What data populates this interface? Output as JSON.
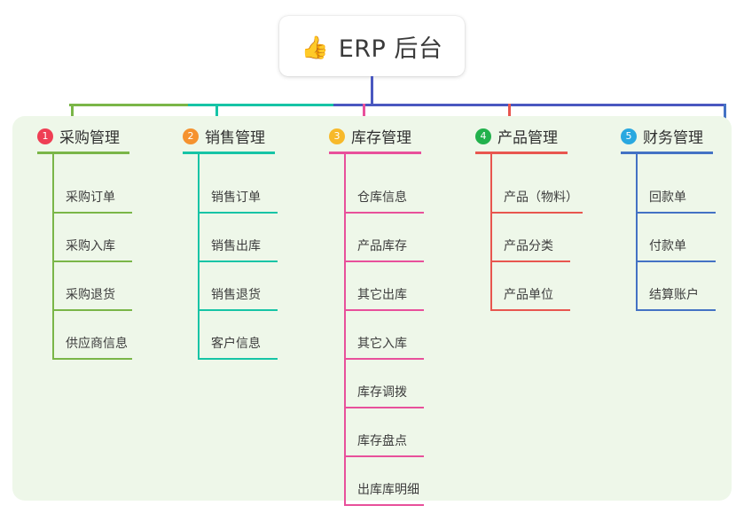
{
  "root": {
    "icon": "thumbs-up-icon",
    "icon_glyph": "👍",
    "title": "ERP 后台"
  },
  "palette": {
    "panel_bg": "#eef7e9",
    "stem": "#4a58c0",
    "page_bg": "#ffffff",
    "text": "#3d3d3d"
  },
  "columns": [
    {
      "badge": "1",
      "badge_color": "#ef3e54",
      "title": "采购管理",
      "line_color": "#7ab648",
      "items": [
        "采购订单",
        "采购入库",
        "采购退货",
        "供应商信息"
      ]
    },
    {
      "badge": "2",
      "badge_color": "#f5922f",
      "title": "销售管理",
      "line_color": "#16c4a6",
      "items": [
        "销售订单",
        "销售出库",
        "销售退货",
        "客户信息"
      ]
    },
    {
      "badge": "3",
      "badge_color": "#f7b92a",
      "title": "库存管理",
      "line_color": "#e8509b",
      "items": [
        "仓库信息",
        "产品库存",
        "其它出库",
        "其它入库",
        "库存调拨",
        "库存盘点",
        "出库库明细"
      ]
    },
    {
      "badge": "4",
      "badge_color": "#22b14c",
      "title": "产品管理",
      "line_color": "#e8564f",
      "items": [
        "产品（物料）",
        "产品分类",
        "产品单位"
      ]
    },
    {
      "badge": "5",
      "badge_color": "#29a8e0",
      "title": "财务管理",
      "line_color": "#4472c4",
      "items": [
        "回款单",
        "付款单",
        "结算账户"
      ]
    }
  ]
}
